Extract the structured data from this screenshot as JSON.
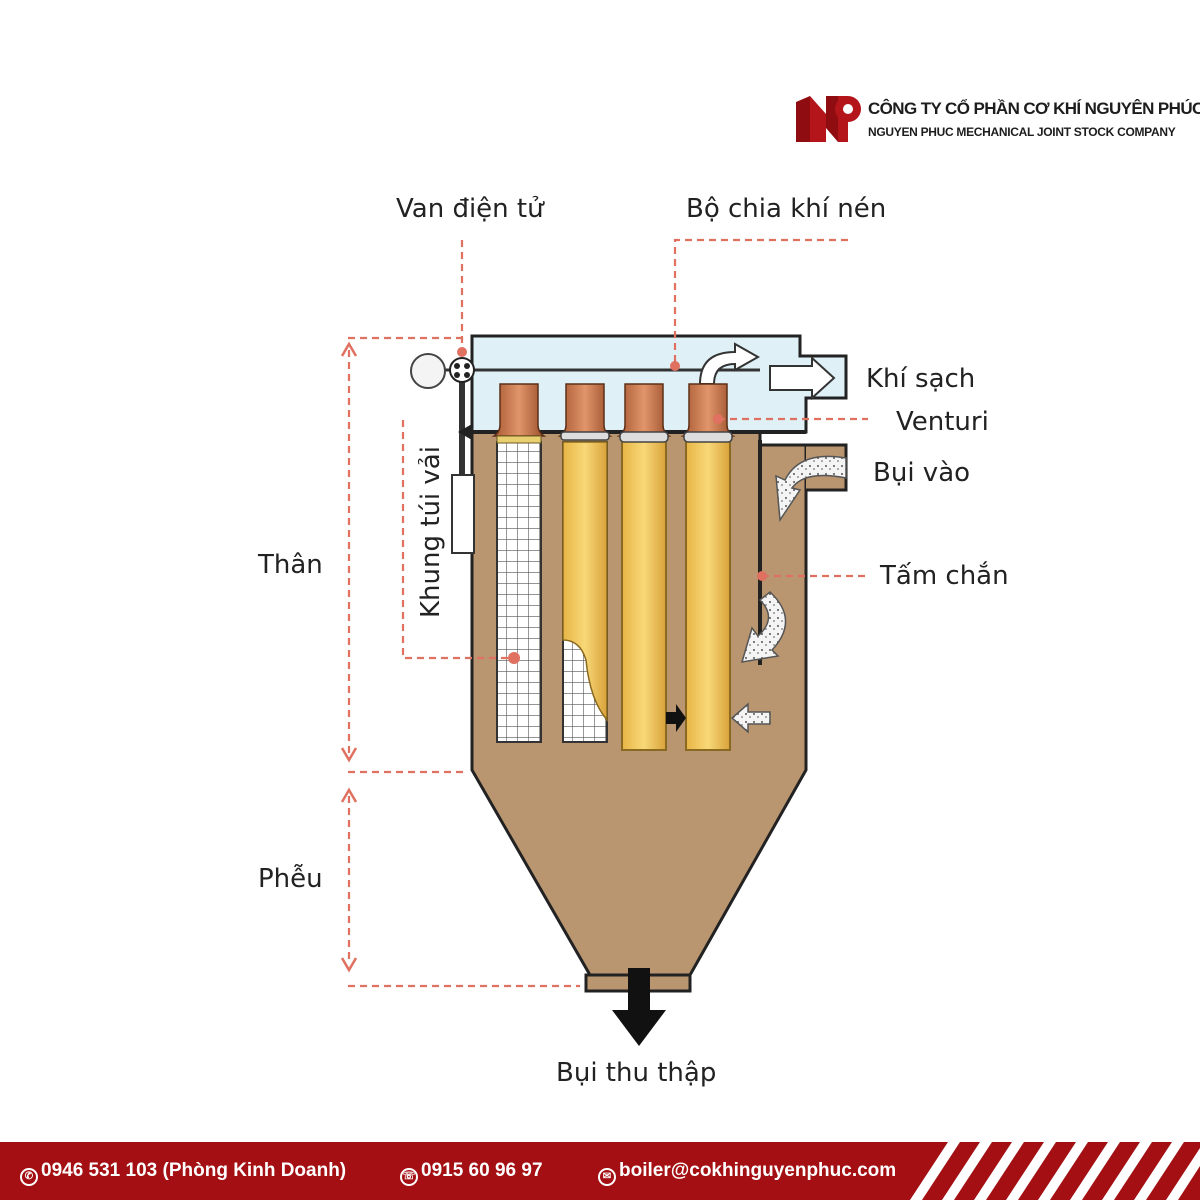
{
  "company": {
    "logo_letters": "NP",
    "name_vi": "CÔNG TY CỔ PHẦN CƠ KHÍ NGUYÊN PHÚC",
    "name_en": "NGUYEN PHUC MECHANICAL JOINT STOCK COMPANY"
  },
  "diagram": {
    "labels": {
      "solenoid_valve": "Van điện tử",
      "air_header": "Bộ chia khí nén",
      "clean_air": "Khí sạch",
      "venturi": "Venturi",
      "dust_in": "Bụi vào",
      "baffle": "Tấm chắn",
      "bag_cage": "Khung túi vải",
      "body": "Thân",
      "hopper": "Phễu",
      "collected_dust": "Bụi thu thập"
    }
  },
  "footer": {
    "phone_sales": "0946 531 103 (Phòng Kinh Doanh)",
    "phone_2": "0915 60 96 97",
    "email": "boiler@cokhinguyenphuc.com"
  },
  "colors": {
    "brand_red": "#a30f12",
    "leader_line": "#e07060",
    "housing": "#b99670",
    "bag": "#f0c75a",
    "venturi": "#c8764a"
  }
}
